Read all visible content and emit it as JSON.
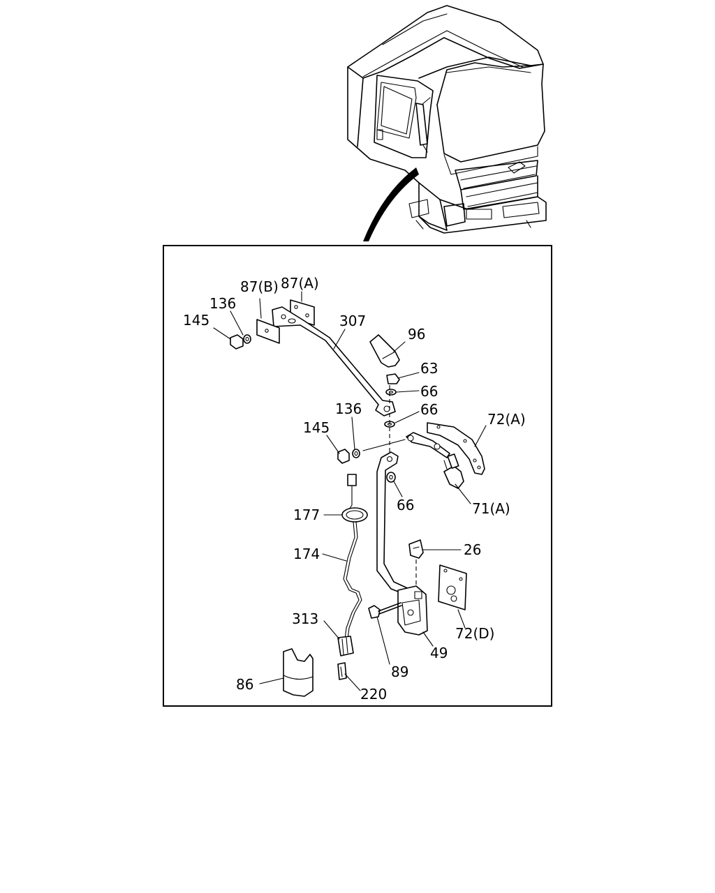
{
  "diagram": {
    "callouts": {
      "c87a": "87(A)",
      "c87b": "87(B)",
      "c136a": "136",
      "c145a": "145",
      "c307": "307",
      "c96": "96",
      "c63": "63",
      "c66a": "66",
      "c66b": "66",
      "c136b": "136",
      "c145b": "145",
      "c72a": "72(A)",
      "c66c": "66",
      "c71a": "71(A)",
      "c177": "177",
      "c174": "174",
      "c26": "26",
      "c313": "313",
      "c72d": "72(D)",
      "c89": "89",
      "c49": "49",
      "c86": "86",
      "c220": "220"
    }
  }
}
